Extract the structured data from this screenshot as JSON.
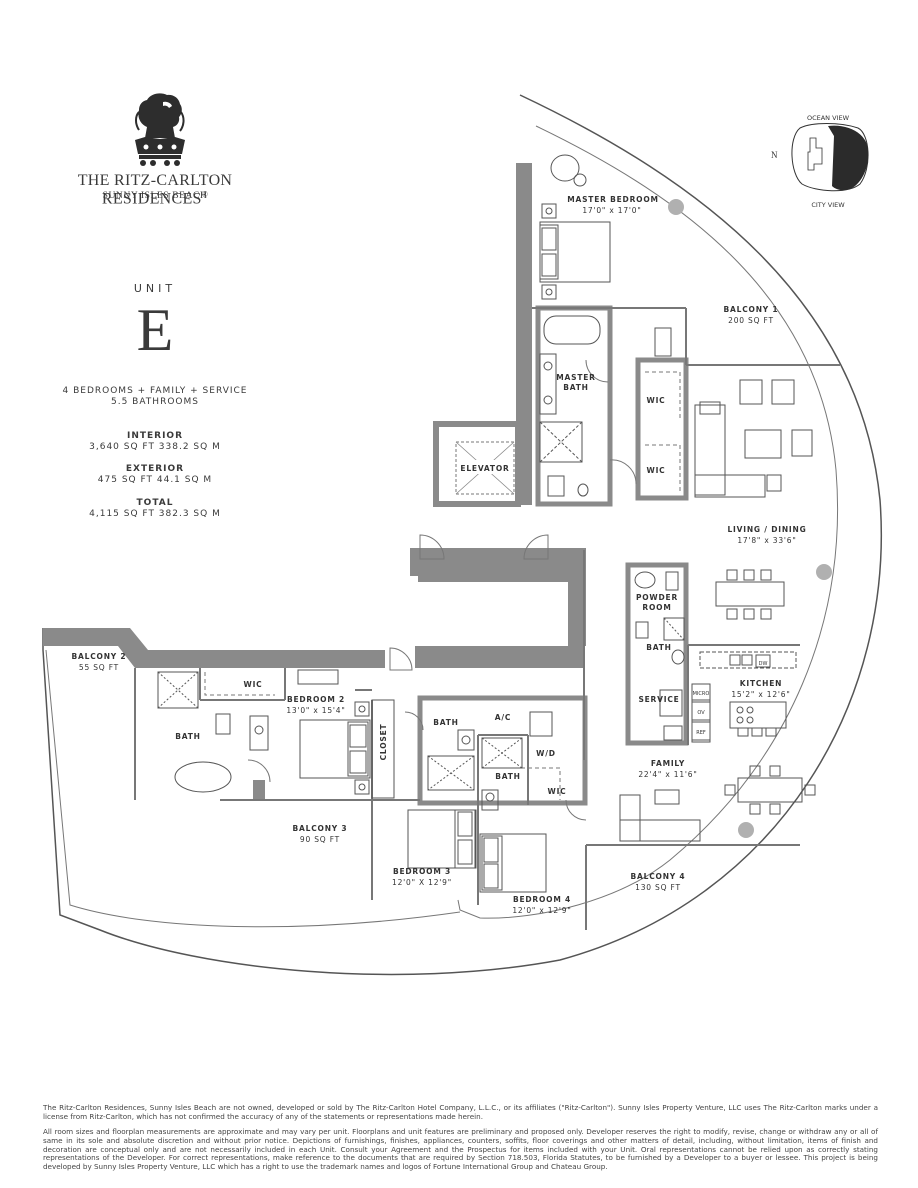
{
  "brand": {
    "name": "THE RITZ-CARLTON RESIDENCES",
    "registered": "®",
    "location": "SUNNY ISLES BEACH"
  },
  "unit": {
    "label": "UNIT",
    "letter": "E",
    "summary_line1": "4 BEDROOMS + FAMILY + SERVICE",
    "summary_line2": "5.5 BATHROOMS",
    "interior_label": "INTERIOR",
    "interior_value": "3,640 SQ FT 338.2 SQ M",
    "exterior_label": "EXTERIOR",
    "exterior_value": "475 SQ FT 44.1 SQ M",
    "total_label": "TOTAL",
    "total_value": "4,115 SQ FT 382.3 SQ M"
  },
  "keyplan": {
    "north": "N",
    "ocean_view": "OCEAN VIEW",
    "city_view": "CITY VIEW"
  },
  "rooms": {
    "master_bedroom": "MASTER BEDROOM",
    "master_bedroom_dim": "17'0\" x 17'0\"",
    "balcony1": "BALCONY 1",
    "balcony1_area": "200 SQ FT",
    "master_bath_1": "MASTER",
    "master_bath_2": "BATH",
    "wic": "WIC",
    "elevator": "ELEVATOR",
    "living": "LIVING / DINING",
    "living_dim": "17'8\" x 33'6\"",
    "powder_1": "POWDER",
    "powder_2": "ROOM",
    "bath": "BATH",
    "kitchen": "KITCHEN",
    "kitchen_dim": "15'2\" x 12'6\"",
    "dw": "DW",
    "micro": "MICRO",
    "ov": "OV",
    "ref": "REF",
    "service": "SERVICE",
    "family": "FAMILY",
    "family_dim": "22'4\" x 11'6\"",
    "balcony4": "BALCONY 4",
    "balcony4_area": "130 SQ FT",
    "balcony2": "BALCONY 2",
    "balcony2_area": "55 SQ FT",
    "bedroom2": "BEDROOM 2",
    "bedroom2_dim": "13'0\" x 15'4\"",
    "closet": "CLOSET",
    "balcony3": "BALCONY 3",
    "balcony3_area": "90 SQ FT",
    "ac": "A/C",
    "wd": "W/D",
    "bedroom3": "BEDROOM 3",
    "bedroom3_dim": "12'0\" X 12'9\"",
    "bedroom4": "BEDROOM 4",
    "bedroom4_dim": "12'0\" x 12'9\""
  },
  "disclaimer": {
    "p1": "The Ritz-Carlton Residences, Sunny Isles Beach are not owned, developed or sold by The Ritz-Carlton Hotel Company, L.L.C., or its affiliates (\"Ritz-Carlton\"). Sunny Isles Property Venture, LLC uses The Ritz-Carlton marks under a license from Ritz-Carlton, which has not confirmed the accuracy of any of the statements or representations made herein.",
    "p2": "All room sizes and floorplan measurements are approximate and may vary per unit. Floorplans and unit features are preliminary and proposed only. Developer reserves the right to modify, revise, change or withdraw any or all of same in its sole and absolute discretion and without prior notice. Depictions of furnishings, finishes, appliances, counters, soffits, floor coverings and other matters of detail, including, without limitation, items of finish and decoration are conceptual only and are not necessarily included in each Unit. Consult your Agreement and the Prospectus for items included with your Unit. Oral representations cannot be relied upon as correctly stating representations of the Developer. For correct representations, make reference to the documents that are required by Section 718.503, Florida Statutes, to be furnished by a Developer to a buyer or lessee. This project is being developed by Sunny Isles Property Venture, LLC which has a right to use the trademark names and logos of Fortune International Group and Chateau Group."
  }
}
